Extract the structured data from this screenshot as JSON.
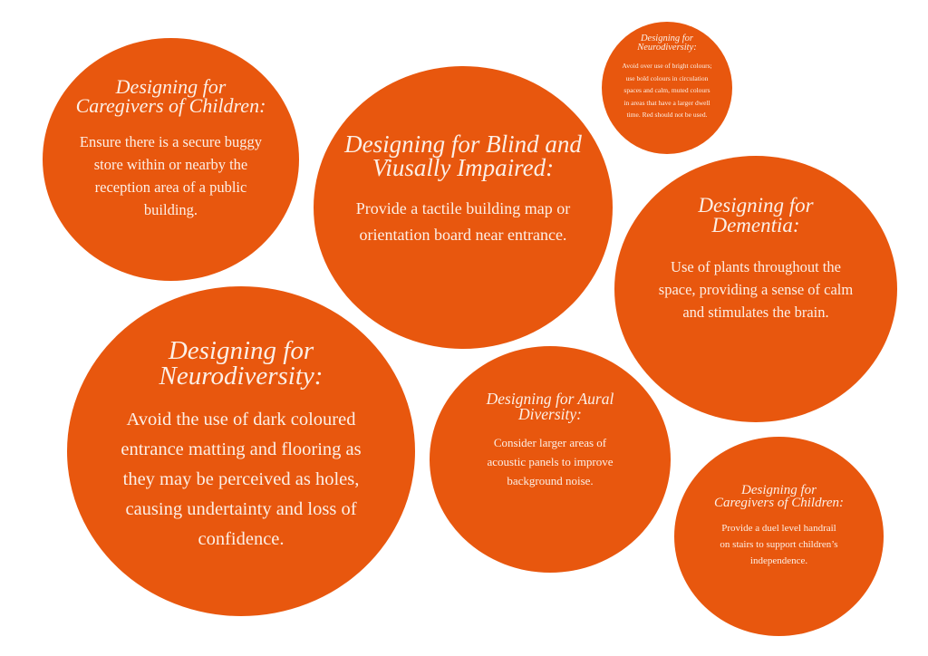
{
  "theme": {
    "bubble_color": "#E8570E",
    "text_color": "#FCEFE6",
    "background": "#FFFFFF"
  },
  "bubbles": [
    {
      "id": "caregivers-1",
      "title": "Designing for\nCaregivers of Children:",
      "body": "Ensure there is a secure buggy\nstore within or nearby the\nreception area of a public\nbuilding."
    },
    {
      "id": "blind",
      "title": "Designing for Blind and\nViusally Impaired:",
      "body": "Provide a tactile building map or\norientation board near entrance."
    },
    {
      "id": "neuro-small",
      "title": "Designing for\nNeurodiversity:",
      "body": "Avoid over use of bright colours;\nuse bold colours in circulation\nspaces and calm, muted colours\nin areas that have a larger dwell\ntime. Red should not be used."
    },
    {
      "id": "dementia",
      "title": "Designing for\nDementia:",
      "body": "Use of plants throughout the\nspace, providing a sense of calm\nand stimulates the brain."
    },
    {
      "id": "neuro-large",
      "title": "Designing for\nNeurodiversity:",
      "body": "Avoid the use of dark coloured\nentrance matting and flooring as\nthey may be perceived as holes,\ncausing undertainty and loss of\nconfidence."
    },
    {
      "id": "aural",
      "title": "Designing for Aural\nDiversity:",
      "body": "Consider larger areas of\nacoustic panels to improve\nbackground noise."
    },
    {
      "id": "caregivers-2",
      "title": "Designing for\nCaregivers of Children:",
      "body": "Provide a duel level handrail\non stairs to support children’s\nindependence."
    }
  ]
}
